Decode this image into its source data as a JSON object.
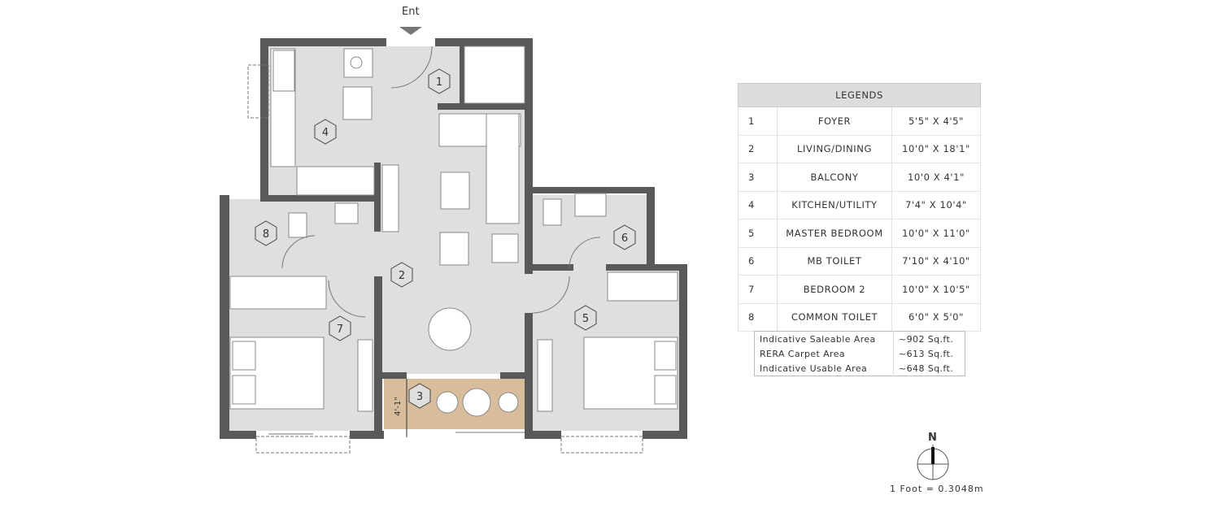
{
  "plan": {
    "entrance_label": "Ent",
    "room_markers": [
      "1",
      "2",
      "3",
      "4",
      "5",
      "6",
      "7",
      "8"
    ],
    "balcony_dimension": "4'-1\"",
    "colors": {
      "wall": "#595959",
      "floor": "#e0dfde",
      "balcony": "#d8bd9c",
      "furniture": "#ffffff"
    }
  },
  "legend": {
    "title": "LEGENDS",
    "rows": [
      {
        "num": "1",
        "room": "FOYER",
        "size": "5'5\" X 4'5\""
      },
      {
        "num": "2",
        "room": "LIVING/DINING",
        "size": "10'0\" X 18'1\""
      },
      {
        "num": "3",
        "room": "BALCONY",
        "size": "10'0 X 4'1\""
      },
      {
        "num": "4",
        "room": "KITCHEN/UTILITY",
        "size": "7'4\" X 10'4\""
      },
      {
        "num": "5",
        "room": "MASTER BEDROOM",
        "size": "10'0\" X 11'0\""
      },
      {
        "num": "6",
        "room": "MB TOILET",
        "size": "7'10\" X 4'10\""
      },
      {
        "num": "7",
        "room": "BEDROOM 2",
        "size": "10'0\" X 10'5\""
      },
      {
        "num": "8",
        "room": "COMMON TOILET",
        "size": "6'0\" X 5'0\""
      }
    ]
  },
  "areas": [
    {
      "label": "Indicative Saleable Area",
      "value": "~902 Sq.ft."
    },
    {
      "label": "RERA Carpet Area",
      "value": "~613 Sq.ft."
    },
    {
      "label": "Indicative Usable Area",
      "value": "~648 Sq.ft."
    }
  ],
  "compass": {
    "label": "N"
  },
  "scale_note": "1 Foot = 0.3048m"
}
